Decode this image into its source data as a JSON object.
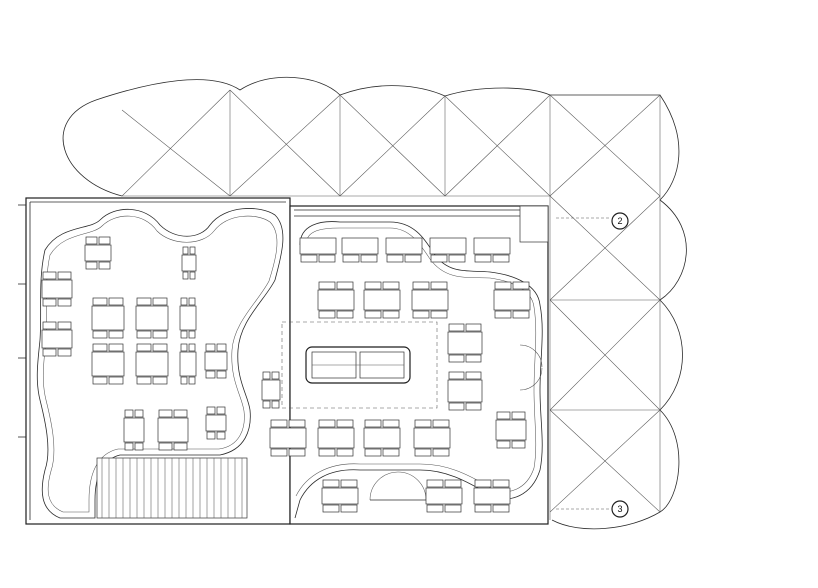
{
  "drawing": {
    "grid_markers": [
      {
        "id": "marker-2",
        "label": "2"
      },
      {
        "id": "marker-3",
        "label": "3"
      }
    ]
  }
}
